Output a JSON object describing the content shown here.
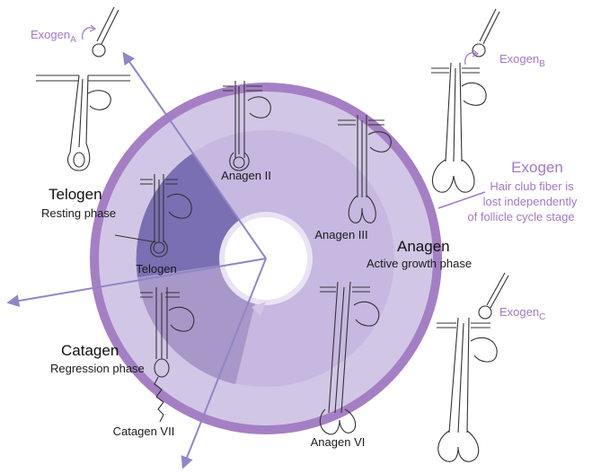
{
  "colors": {
    "outer_ring": "#a57fc4",
    "anagen_band": "#d2c6e6",
    "catagen_sector": "#a897c9",
    "telogen_sector": "#7b6fb3",
    "inner_light": "#e4ddf0",
    "arrow": "#8f86c8",
    "exogen_text": "#a378c8"
  },
  "phases": {
    "telogen": {
      "title": "Telogen",
      "subtitle": "Resting phase"
    },
    "catagen": {
      "title": "Catagen",
      "subtitle": "Regression phase"
    },
    "anagen": {
      "title": "Anagen",
      "subtitle": "Active growth phase"
    },
    "exogen": {
      "title": "Exogen",
      "note_line1": "Hair club fiber is",
      "note_line2": "lost independently",
      "note_line3": "of follicle cycle stage"
    }
  },
  "stage_labels": {
    "anagen_ii": "Anagen II",
    "anagen_iii": "Anagen III",
    "anagen_vi": "Anagen VI",
    "catagen_vii": "Catagen VII",
    "telogen": "Telogen"
  },
  "exogen_labels": {
    "a": {
      "base": "Exogen",
      "sub": "A"
    },
    "b": {
      "base": "Exogen",
      "sub": "B"
    },
    "c": {
      "base": "Exogen",
      "sub": "C"
    }
  }
}
